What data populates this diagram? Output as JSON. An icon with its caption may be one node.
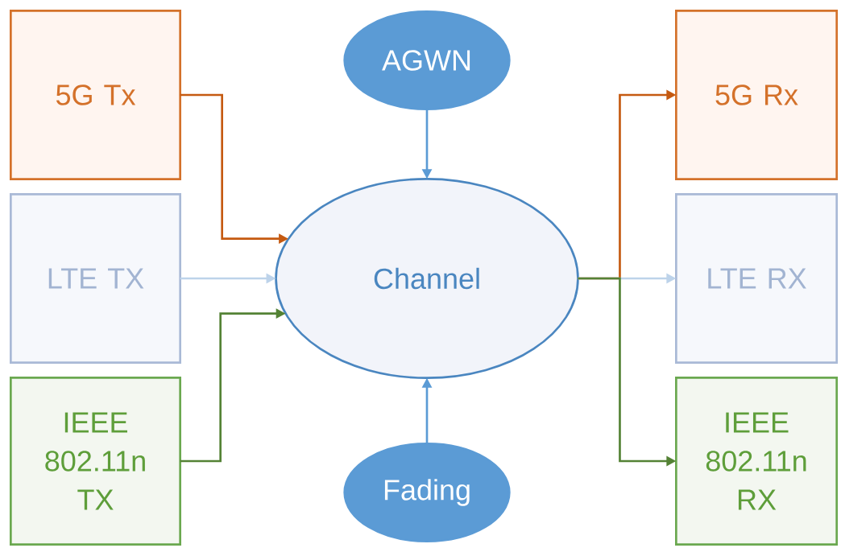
{
  "diagram": {
    "nodes": [
      {
        "text": [
          "5G Tx"
        ]
      },
      {
        "text": [
          "LTE TX"
        ]
      },
      {
        "text": [
          "IEEE 802.11n TX"
        ]
      },
      {
        "text": [
          "AGWN"
        ]
      },
      {
        "text": [
          "Channel"
        ]
      },
      {
        "text": [
          "Fading"
        ]
      },
      {
        "text": [
          "5G Rx"
        ]
      },
      {
        "text": [
          "LTE RX"
        ]
      },
      {
        "text": [
          "IEEE 802.11n RX"
        ]
      }
    ],
    "edges": [
      {
        "from": 0,
        "to": 4,
        "arrow": "to",
        "color": "#c55a11"
      },
      {
        "from": 1,
        "to": 4,
        "arrow": "to",
        "color": "#bdd3ea"
      },
      {
        "from": 2,
        "to": 4,
        "arrow": "to",
        "color": "#548235"
      },
      {
        "from": 3,
        "to": 4,
        "arrow": "to",
        "color": "#5b9bd5"
      },
      {
        "from": 5,
        "to": 4,
        "arrow": "to",
        "color": "#5b9bd5"
      },
      {
        "from": 4,
        "to": 6,
        "arrow": "to",
        "color": "#c55a11"
      },
      {
        "from": 4,
        "to": 7,
        "arrow": "to",
        "color": "#bdd3ea"
      },
      {
        "from": 4,
        "to": 8,
        "arrow": "to",
        "color": "#548235"
      }
    ]
  }
}
